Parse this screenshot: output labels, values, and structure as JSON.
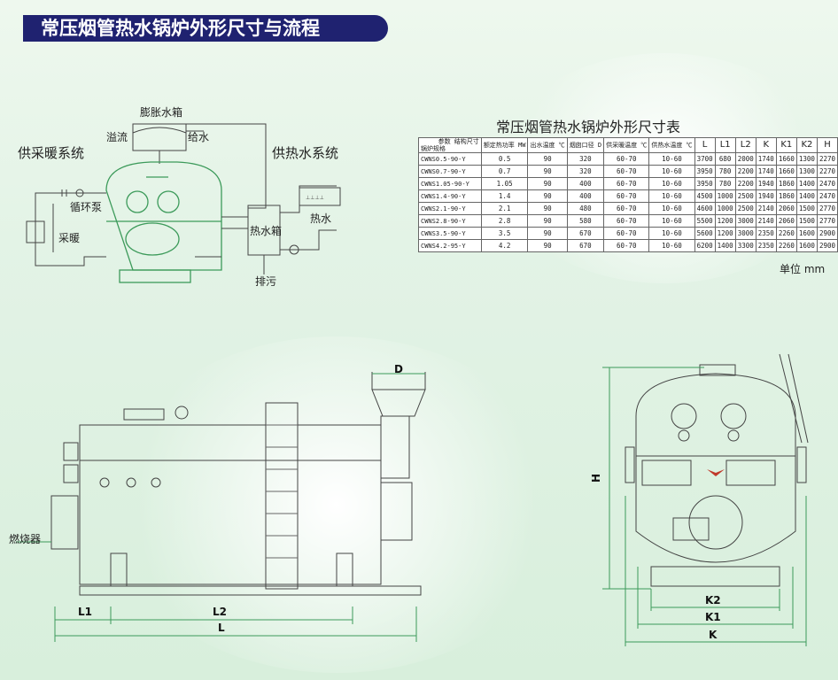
{
  "banner_title": "常压烟管热水锅炉外形尺寸与流程",
  "flow": {
    "expansion_tank": "膨胀水箱",
    "overflow": "溢流",
    "water_supply": "给水",
    "heating_system": "供采暖系统",
    "hot_water_system": "供热水系统",
    "circulation_pump": "循环泵",
    "heating": "采暖",
    "hot_water_tank": "热水箱",
    "hot_water": "热水",
    "drain": "排污"
  },
  "table": {
    "title": "常压烟管热水锅炉外形尺寸表",
    "header_corner_top": "参数 结构尺寸",
    "header_corner_bottom": "锅炉规格",
    "headers": [
      "额定热功率 MW",
      "出水温度 ℃",
      "烟囱口径 D",
      "供采暖温度 ℃",
      "供热水温度 ℃",
      "L",
      "L1",
      "L2",
      "K",
      "K1",
      "K2",
      "H"
    ],
    "rows": [
      [
        "CWNS0.5-90-Y",
        "0.5",
        "90",
        "320",
        "60-70",
        "10-60",
        "3700",
        "680",
        "2000",
        "1740",
        "1660",
        "1300",
        "2270"
      ],
      [
        "CWNS0.7-90-Y",
        "0.7",
        "90",
        "320",
        "60-70",
        "10-60",
        "3950",
        "780",
        "2200",
        "1740",
        "1660",
        "1300",
        "2270"
      ],
      [
        "CWNS1.05-90-Y",
        "1.05",
        "90",
        "400",
        "60-70",
        "10-60",
        "3950",
        "780",
        "2200",
        "1940",
        "1860",
        "1400",
        "2470"
      ],
      [
        "CWNS1.4-90-Y",
        "1.4",
        "90",
        "400",
        "60-70",
        "10-60",
        "4500",
        "1000",
        "2500",
        "1940",
        "1860",
        "1400",
        "2470"
      ],
      [
        "CWNS2.1-90-Y",
        "2.1",
        "90",
        "480",
        "60-70",
        "10-60",
        "4600",
        "1000",
        "2500",
        "2140",
        "2060",
        "1500",
        "2770"
      ],
      [
        "CWNS2.8-90-Y",
        "2.8",
        "90",
        "580",
        "60-70",
        "10-60",
        "5500",
        "1200",
        "3000",
        "2140",
        "2060",
        "1500",
        "2770"
      ],
      [
        "CWNS3.5-90-Y",
        "3.5",
        "90",
        "670",
        "60-70",
        "10-60",
        "5600",
        "1200",
        "3000",
        "2350",
        "2260",
        "1600",
        "2900"
      ],
      [
        "CWNS4.2-95-Y",
        "4.2",
        "90",
        "670",
        "60-70",
        "10-60",
        "6200",
        "1400",
        "3300",
        "2350",
        "2260",
        "1600",
        "2900"
      ]
    ],
    "unit": "单位 mm"
  },
  "side_view": {
    "D": "D",
    "burner": "燃烧器",
    "L1": "L1",
    "L2": "L2",
    "L": "L"
  },
  "front_view": {
    "H": "H",
    "K2": "K2",
    "K1": "K1",
    "K": "K"
  },
  "colors": {
    "banner_bg": "#1f2270",
    "line_green": "#3c9a5a",
    "line_dark": "#444444",
    "background": "#e3f3e6"
  }
}
